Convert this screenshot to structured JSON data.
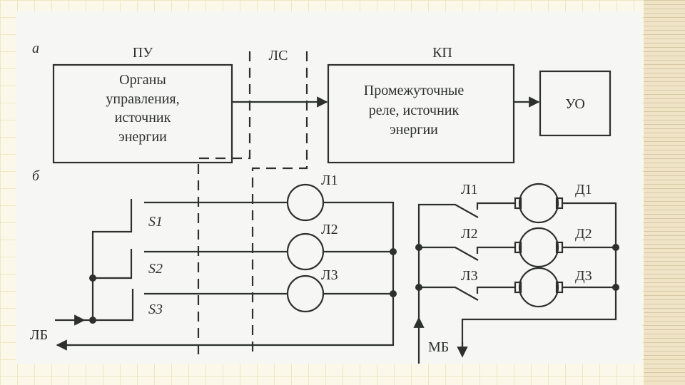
{
  "diagram_a": {
    "label": "а",
    "pu": {
      "title": "ПУ",
      "lines": [
        "Органы",
        "управления,",
        "источник",
        "энергии"
      ]
    },
    "ls": {
      "title": "ЛС"
    },
    "kp": {
      "title": "КП",
      "lines": [
        "Промежуточные",
        "реле, источник",
        "энергии"
      ]
    },
    "uo": {
      "title": "УО"
    }
  },
  "diagram_b": {
    "label": "б",
    "switches": [
      "S1",
      "S2",
      "S3"
    ],
    "lamps": [
      "Л1",
      "Л2",
      "Л3"
    ],
    "line_battery": "ЛБ",
    "relays": [
      "Л1",
      "Л2",
      "Л3"
    ],
    "motors": [
      "Д1",
      "Д2",
      "Д3"
    ],
    "local_battery": "МБ"
  },
  "colors": {
    "ink": "#2e302e",
    "paper": "#f6f7f4"
  }
}
